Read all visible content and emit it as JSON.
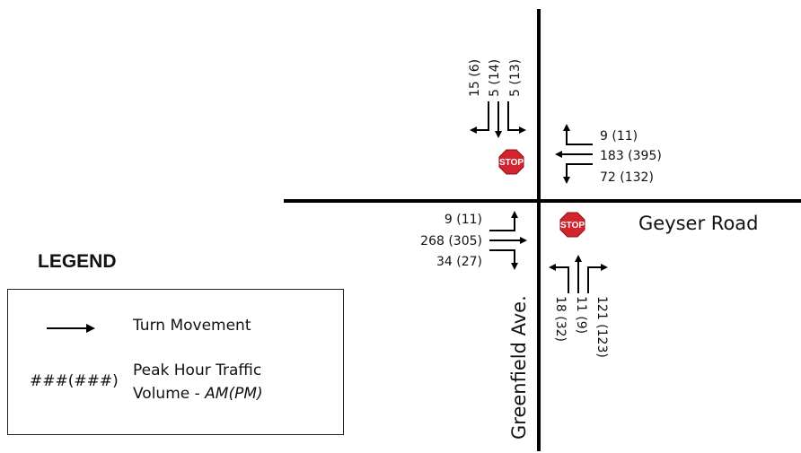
{
  "streets": {
    "east_west": "Geyser Road",
    "north_south": "Greenfield Ave."
  },
  "stop_sign_text": "STOP",
  "colors": {
    "stop_sign": "#d3232e",
    "road_line": "#000000"
  },
  "approaches": {
    "southbound": {
      "left": "15 (6)",
      "through": "5 (14)",
      "right": "5 (13)"
    },
    "westbound": {
      "left": "9 (11)",
      "through": "183 (395)",
      "right": "72 (132)"
    },
    "eastbound": {
      "left": "9 (11)",
      "through": "268 (305)",
      "right": "34 (27)"
    },
    "northbound": {
      "left": "18 (32)",
      "through": "11 (9)",
      "right": "121 (123)"
    }
  },
  "legend": {
    "title": "LEGEND",
    "turn_movement_label": "Turn Movement",
    "volume_symbol": "###(###)",
    "volume_label_line1": "Peak Hour Traffic",
    "volume_label_line2": "Volume - ",
    "volume_label_units": "AM(PM)"
  }
}
